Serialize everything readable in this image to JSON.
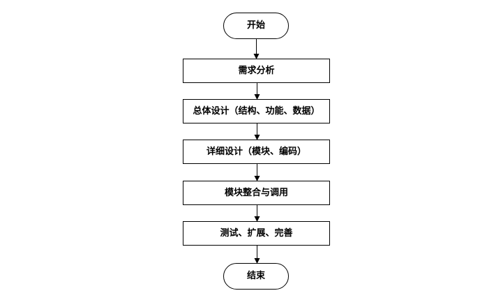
{
  "flowchart": {
    "nodes": [
      {
        "id": "start",
        "shape": "terminal",
        "label": "开始"
      },
      {
        "id": "requirements",
        "shape": "process",
        "label": "需求分析"
      },
      {
        "id": "overall-design",
        "shape": "process",
        "label": "总体设计（结构、功能、数据）"
      },
      {
        "id": "detailed-design",
        "shape": "process",
        "label": "详细设计（模块、编码）"
      },
      {
        "id": "integration",
        "shape": "process",
        "label": "模块整合与调用"
      },
      {
        "id": "testing",
        "shape": "process",
        "label": "测试、扩展、完善"
      },
      {
        "id": "end",
        "shape": "terminal",
        "label": "结束"
      }
    ],
    "edges": [
      [
        "start",
        "requirements"
      ],
      [
        "requirements",
        "overall-design"
      ],
      [
        "overall-design",
        "detailed-design"
      ],
      [
        "detailed-design",
        "integration"
      ],
      [
        "integration",
        "testing"
      ],
      [
        "testing",
        "end"
      ]
    ],
    "colors": {
      "stroke": "#000000",
      "fill": "#ffffff",
      "text": "#000000"
    }
  }
}
